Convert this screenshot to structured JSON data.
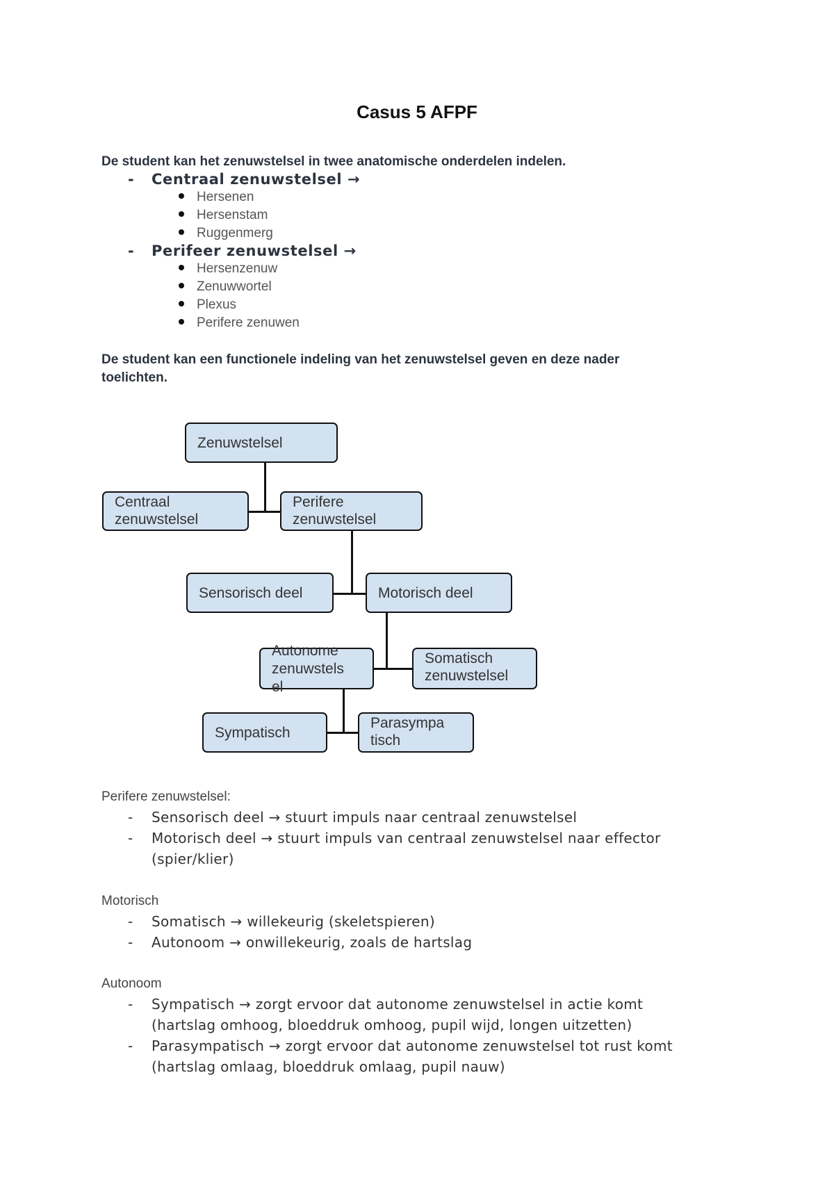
{
  "title": "Casus 5 AFPF",
  "section1": {
    "heading": "De student kan het zenuwstelsel in twee anatomische onderdelen indelen.",
    "groups": [
      {
        "label": "Centraal zenuwstelsel →",
        "items": [
          "Hersenen",
          "Hersenstam",
          "Ruggenmerg"
        ]
      },
      {
        "label": "Perifeer zenuwstelsel →",
        "items": [
          "Hersenzenuw",
          "Zenuwwortel",
          "Plexus",
          "Perifere zenuwen"
        ]
      }
    ]
  },
  "section2": {
    "heading_line1": "De student kan een functionele indeling van het zenuwstelsel geven en deze nader",
    "heading_line2": "toelichten."
  },
  "diagram": {
    "zenuwstelsel": "Zenuwstelsel",
    "centraal_1": "Centraal",
    "centraal_2": "zenuwstelsel",
    "perifere_1": "Perifere",
    "perifere_2": "zenuwstelsel",
    "sensorisch": "Sensorisch deel",
    "motorisch": "Motorisch deel",
    "autonome_1": "Autonome",
    "autonome_2": "zenuwstels",
    "autonome_3": "el",
    "somatisch_1": "Somatisch",
    "somatisch_2": "zenuwstelsel",
    "sympatisch": "Sympatisch",
    "parasympa_1": "Parasympa",
    "parasympa_2": "tisch"
  },
  "perifeer": {
    "label": "Perifere zenuwstelsel:",
    "item1": "Sensorisch deel → stuurt impuls naar centraal zenuwstelsel",
    "item2": "Motorisch deel → stuurt impuls van centraal zenuwstelsel naar effector",
    "item2_cont": "(spier/klier)"
  },
  "motorisch": {
    "label": "Motorisch",
    "item1": "Somatisch → willekeurig (skeletspieren)",
    "item2": "Autonoom → onwillekeurig, zoals de hartslag"
  },
  "autonoom": {
    "label": "Autonoom",
    "item1": "Sympatisch → zorgt ervoor dat autonome zenuwstelsel in actie komt",
    "item1_cont": "(hartslag omhoog, bloeddruk omhoog, pupil wijd, longen uitzetten)",
    "item2": "Parasympatisch → zorgt ervoor dat autonome zenuwstelsel tot rust komt",
    "item2_cont": "(hartslag omlaag, bloeddruk omlaag, pupil nauw)"
  },
  "dash_char": "-"
}
